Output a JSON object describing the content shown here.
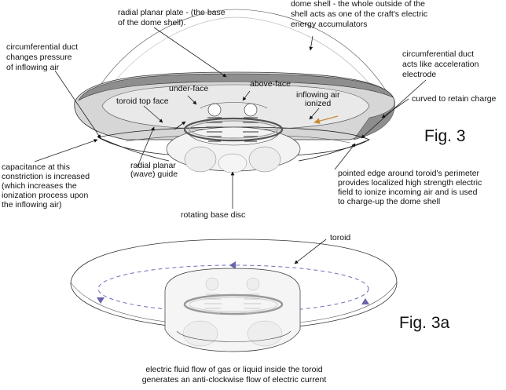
{
  "figures": {
    "fig3": "Fig. 3",
    "fig3a": "Fig. 3a"
  },
  "labels": {
    "dome_shell": [
      "dome shell - the whole outside of the",
      "shell acts as one of the craft's electric",
      "energy accumulators"
    ],
    "radial_plate": [
      "radial planar plate - (the base",
      "of the dome shell)."
    ],
    "duct_pressure": [
      "circumferential duct",
      "changes pressure",
      "of inflowing air"
    ],
    "duct_electrode": [
      "circumferential duct",
      "acts like acceleration",
      "electrode"
    ],
    "under_face": "under-face",
    "above_face": "above-face",
    "inflowing_air": [
      "inflowing air",
      "ionized"
    ],
    "toroid_top_face": "toroid top face",
    "curved_edge": "curved to retain charge",
    "capacitance": [
      "capacitance at this",
      "constriction is increased",
      "(which increases the",
      "ionization process upon",
      "the inflowing air)"
    ],
    "radial_guide": [
      "radial planar",
      "(wave) guide"
    ],
    "pointed_edge": [
      "pointed edge around toroid's perimeter",
      "provides localized high strength electric",
      "field to ionize incoming air and is used",
      "to charge-up the dome shell"
    ],
    "base_disc": "rotating base disc",
    "toroid": "toroid",
    "flow_caption": [
      "electric fluid flow of gas or liquid inside the toroid",
      "generates an anti-clockwise flow of electric current"
    ]
  },
  "colors": {
    "duct_fill": "#d6d6d6",
    "duct_dark": "#8e8e8e",
    "flow_arrow": "#6a64a8",
    "flow_dash": "#6c6fb8",
    "orange_arrow": "#c98a3a"
  }
}
